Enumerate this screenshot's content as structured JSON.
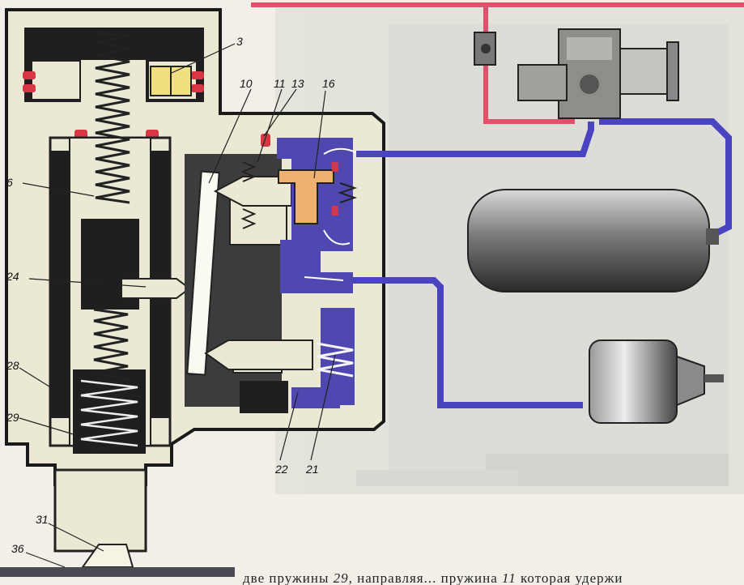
{
  "figure": {
    "labels": {
      "n3": "3",
      "n10": "10",
      "n11": "11",
      "n13": "13",
      "n16": "16",
      "n6": "6",
      "n24": "24",
      "n28": "28",
      "n29": "29",
      "n22": "22",
      "n21": "21",
      "n31": "31",
      "n36": "36"
    },
    "caption_fragment": {
      "part1": "две пружины ",
      "num1": "29",
      "part2": ", направляя... пружина ",
      "num2": "11",
      "part3": " которая удержи"
    }
  },
  "colors": {
    "body_fill": "#ebe8d4",
    "dark_fill": "#1f1f1f",
    "grey_fill": "#3c3c3c",
    "red_seal": "#d83545",
    "red_pipe": "#e0526a",
    "blue_air": "#4e48b0",
    "blue_pipe": "#4a44c0",
    "yellow_part": "#f0e080",
    "orange_valve": "#f0b070",
    "background": "#f1efe8"
  }
}
